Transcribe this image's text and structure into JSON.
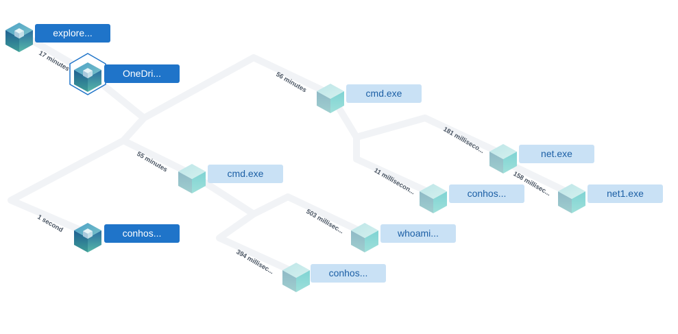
{
  "nodes": [
    {
      "id": "explorer",
      "label": "explore...",
      "state": "active"
    },
    {
      "id": "onedrive",
      "label": "OneDri...",
      "state": "active",
      "selected": true
    },
    {
      "id": "cmd1",
      "label": "cmd.exe",
      "state": "inactive"
    },
    {
      "id": "cmd2",
      "label": "cmd.exe",
      "state": "inactive"
    },
    {
      "id": "net",
      "label": "net.exe",
      "state": "inactive"
    },
    {
      "id": "conhost1",
      "label": "conhos...",
      "state": "inactive"
    },
    {
      "id": "net1",
      "label": "net1.exe",
      "state": "inactive"
    },
    {
      "id": "conhost_main",
      "label": "conhos...",
      "state": "active"
    },
    {
      "id": "whoami",
      "label": "whoami...",
      "state": "inactive"
    },
    {
      "id": "conhost2",
      "label": "conhos...",
      "state": "inactive"
    }
  ],
  "edges": [
    {
      "id": "e-explorer-onedrive",
      "label": "17 minutes"
    },
    {
      "id": "e-onedrive-cmd1",
      "label": "56 minutes"
    },
    {
      "id": "e-cmd1-net",
      "label": "181 milliseco..."
    },
    {
      "id": "e-cmd1-conhost1",
      "label": "11 millisecon..."
    },
    {
      "id": "e-net-net1",
      "label": "158 millisec..."
    },
    {
      "id": "e-onedrive-cmd2",
      "label": "55 minutes"
    },
    {
      "id": "e-onedrive-conhost",
      "label": "1 second"
    },
    {
      "id": "e-cmd2-whoami",
      "label": "503 millisec..."
    },
    {
      "id": "e-cmd2-conhost2",
      "label": "394 millisec..."
    }
  ],
  "colors": {
    "active_pill": "#1f74c9",
    "inactive_pill": "#c9e1f5",
    "edge": "#f1f3f6",
    "edge_label": "#4a5563",
    "cube_active": "#2f7fa8",
    "cube_inactive": "#8fd3d8",
    "selection_ring": "#1f74c9"
  },
  "icons": {
    "active_node": "cube-icon",
    "inactive_node": "cube-icon",
    "selection_marker": "hexagon-selection-icon"
  }
}
